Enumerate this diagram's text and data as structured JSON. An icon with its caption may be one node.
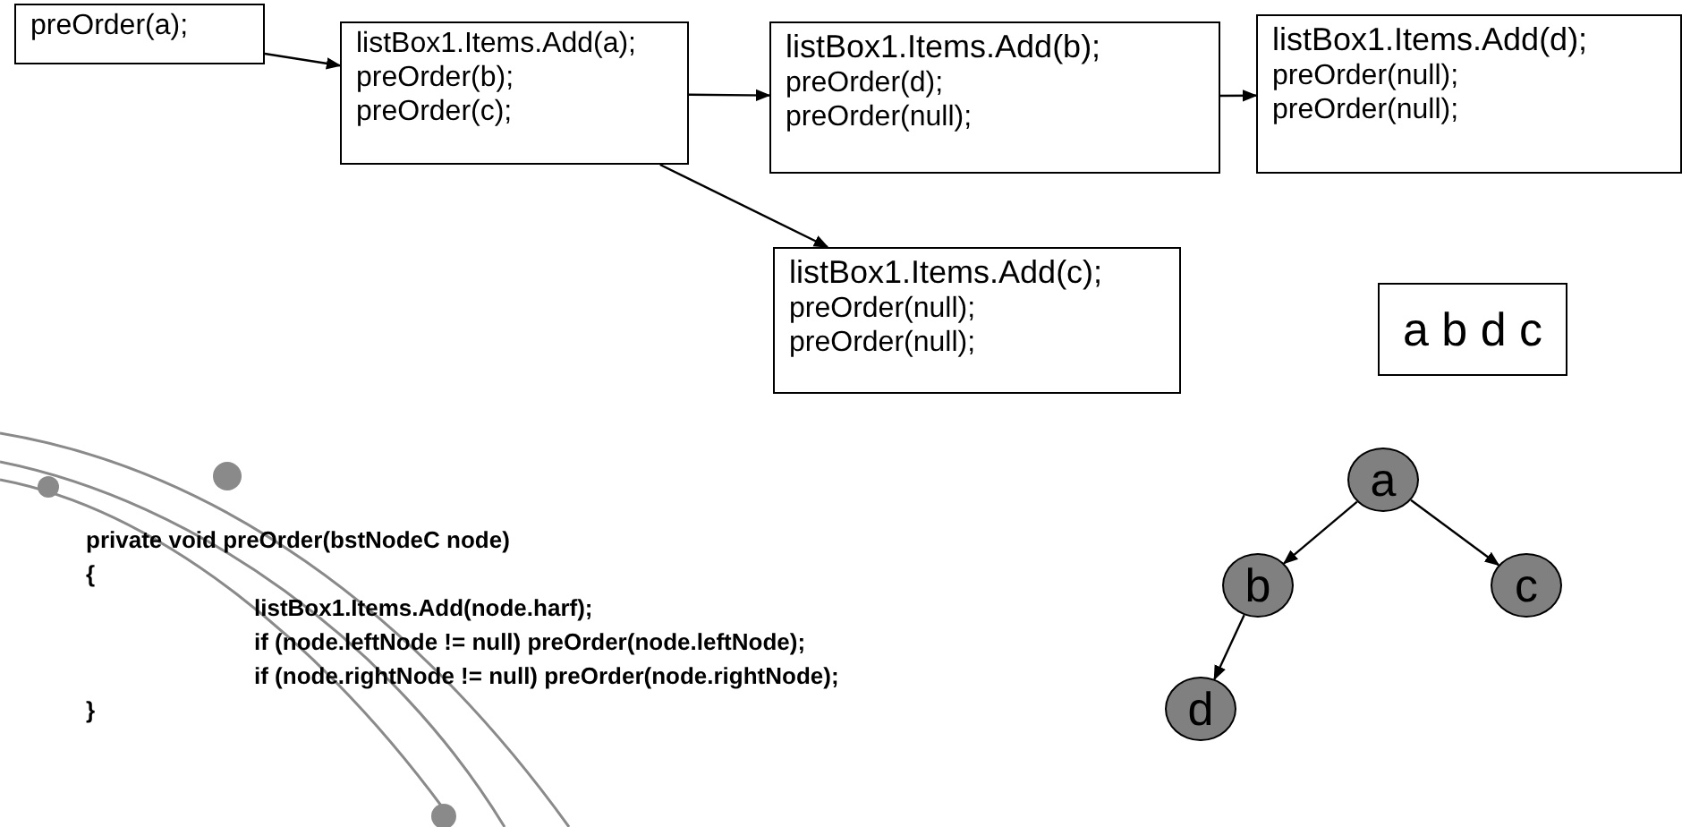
{
  "diagram": {
    "nodes": [
      {
        "text": [
          "preOrder(a);"
        ]
      },
      {
        "text": [
          "listBox1.Items.Add(a);",
          "preOrder(b);",
          "preOrder(c);"
        ]
      },
      {
        "text": [
          "listBox1.Items.Add(b);",
          "preOrder(d);",
          "preOrder(null);"
        ]
      },
      {
        "text": [
          "listBox1.Items.Add(d);",
          "preOrder(null);",
          "preOrder(null);"
        ]
      },
      {
        "text": [
          "listBox1.Items.Add(c);",
          "preOrder(null);",
          "preOrder(null);"
        ]
      },
      {
        "text": [
          "a b d c"
        ]
      },
      {
        "text": [
          "a"
        ]
      },
      {
        "text": [
          "b"
        ]
      },
      {
        "text": [
          "c"
        ]
      },
      {
        "text": [
          "d"
        ]
      }
    ],
    "edges": [
      {
        "from": 0,
        "to": 1,
        "arrow": "to"
      },
      {
        "from": 1,
        "to": 2,
        "arrow": "to"
      },
      {
        "from": 1,
        "to": 4,
        "arrow": "to"
      },
      {
        "from": 2,
        "to": 3,
        "arrow": "to"
      },
      {
        "from": 6,
        "to": 7,
        "arrow": "to"
      },
      {
        "from": 6,
        "to": 8,
        "arrow": "to"
      },
      {
        "from": 7,
        "to": 9,
        "arrow": "to"
      }
    ],
    "labels": [
      "private void preOrder(bstNodeC node)",
      "{",
      "listBox1.Items.Add(node.harf);",
      "if (node.leftNode != null) preOrder(node.leftNode);",
      "if (node.rightNode != null) preOrder(node.rightNode);",
      "}"
    ]
  }
}
